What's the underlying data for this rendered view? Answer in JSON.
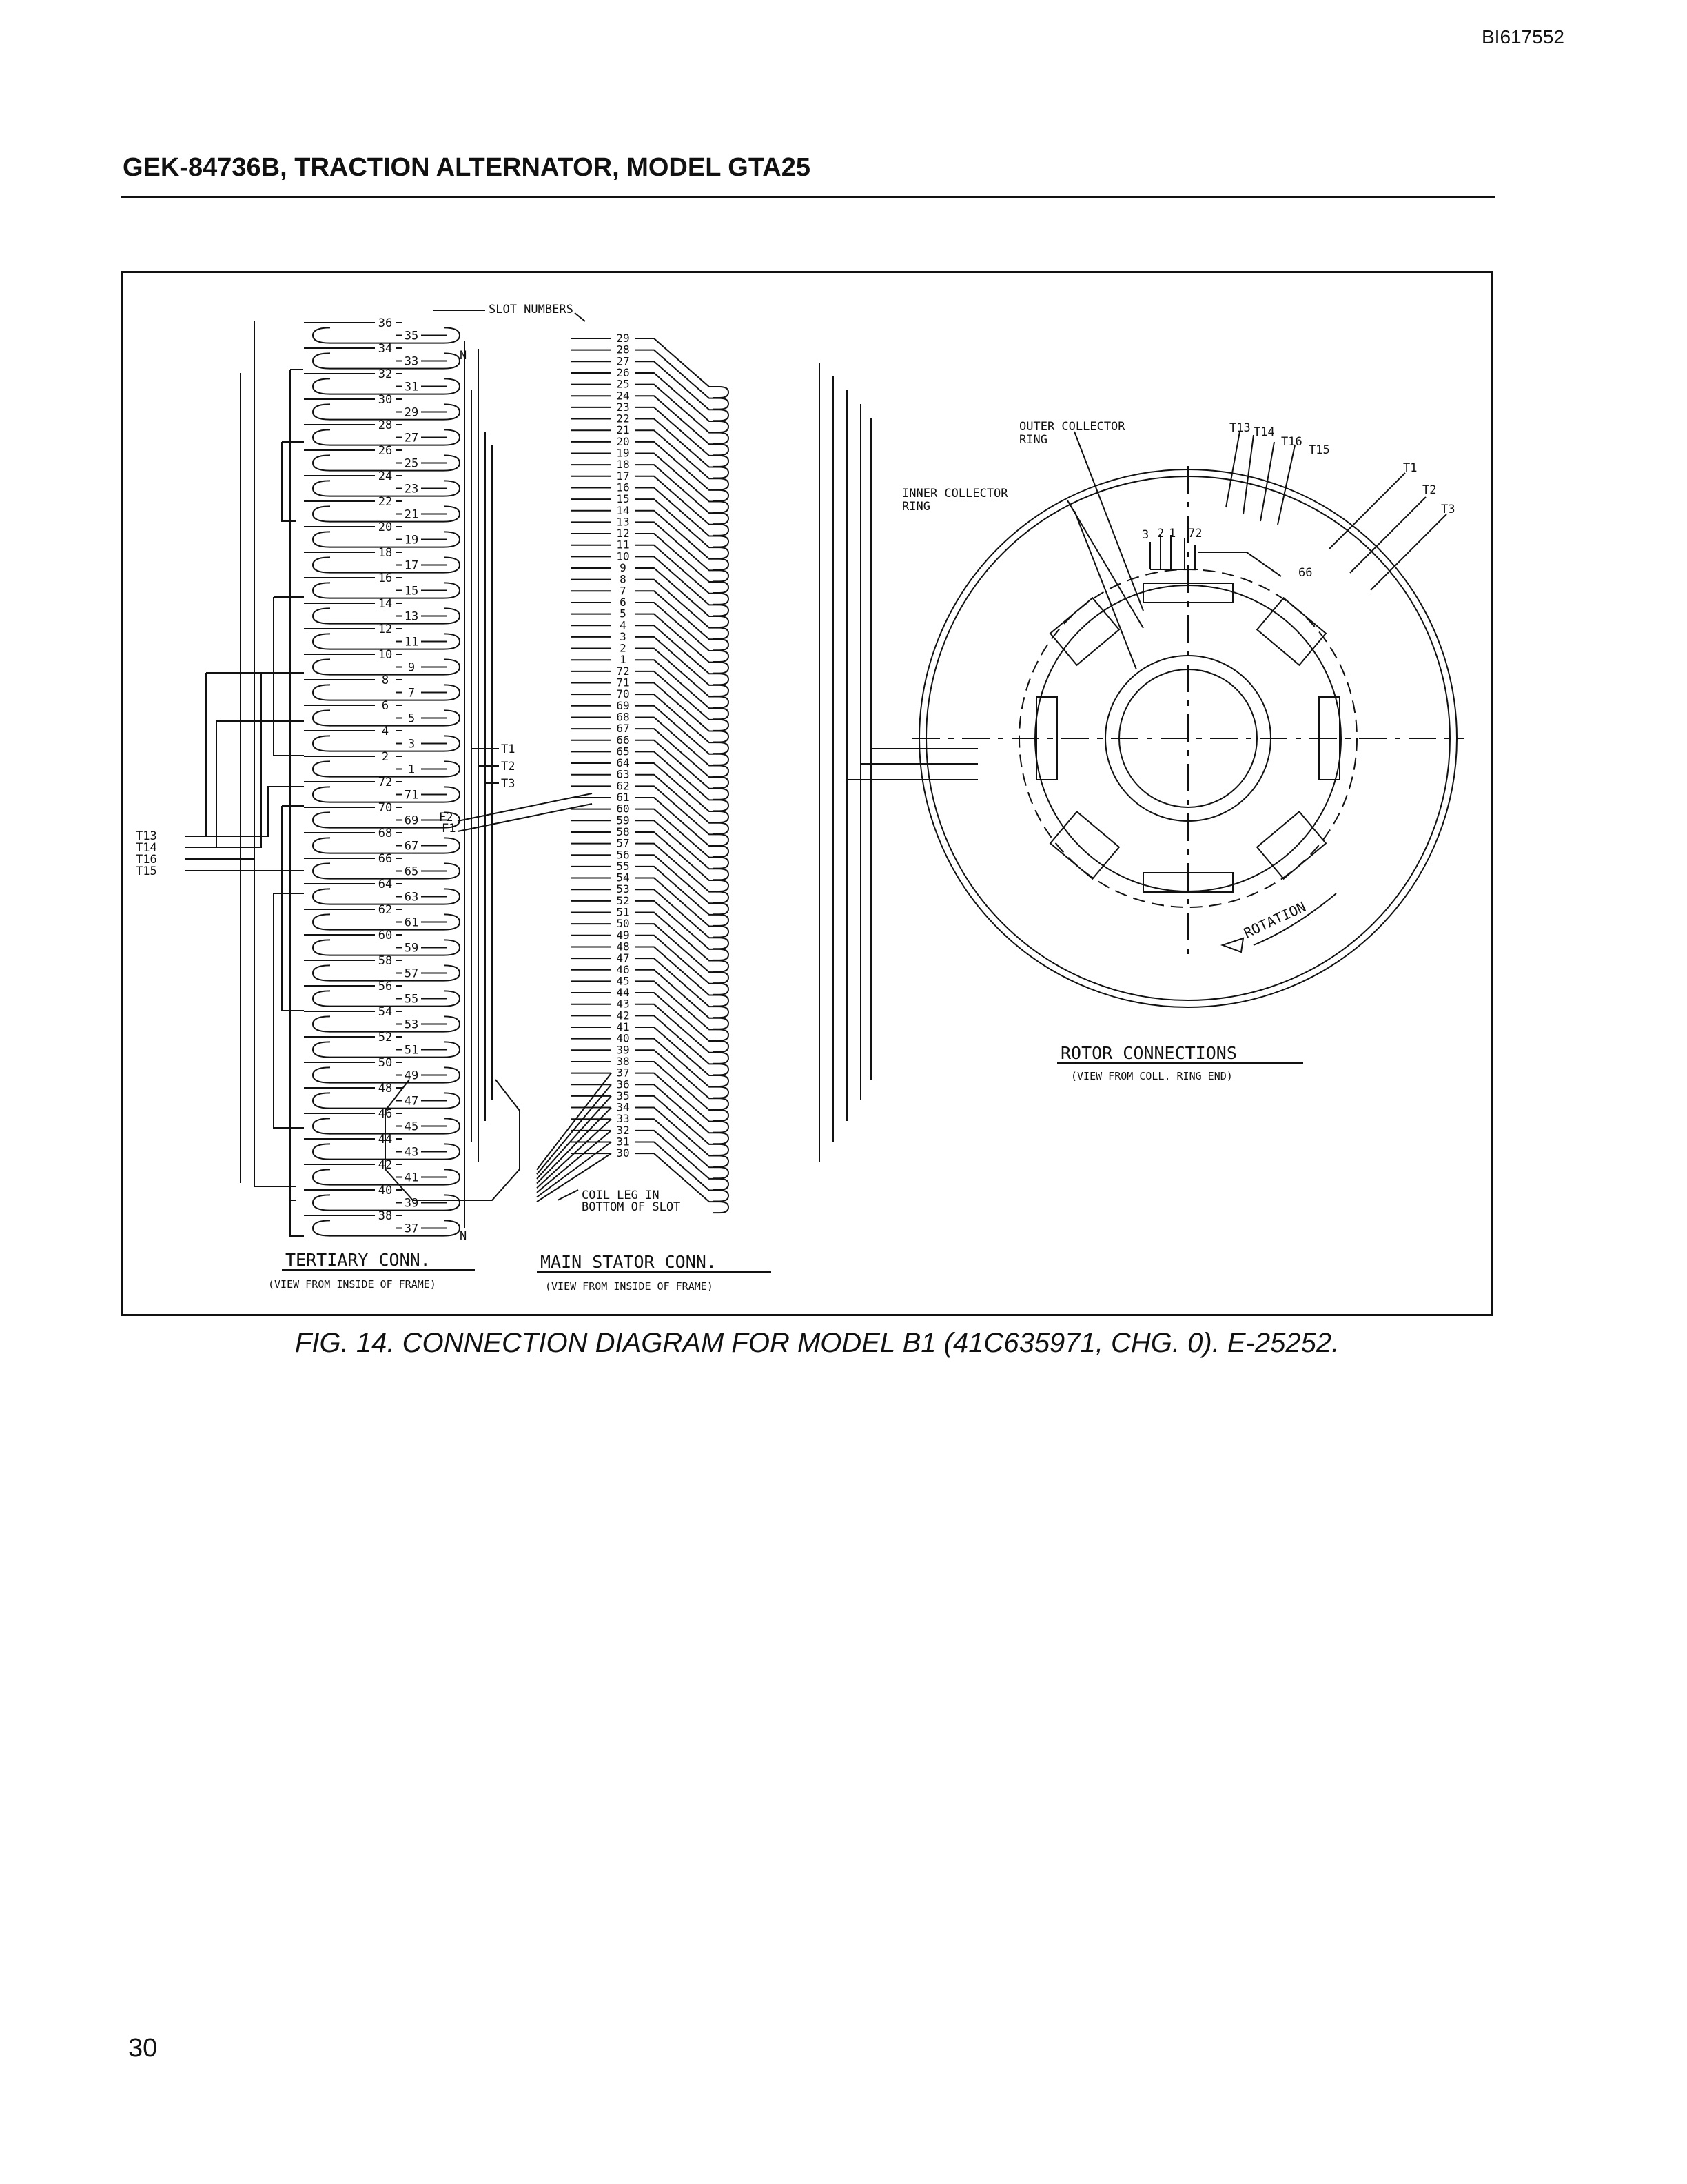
{
  "doc_id": "BI617552",
  "header_title": "GEK-84736B, TRACTION ALTERNATOR, MODEL GTA25",
  "page_number": "30",
  "caption": "FIG. 14.  CONNECTION DIAGRAM FOR MODEL B1 (41C635971, CHG. 0).  E-25252.",
  "diagram": {
    "slot_numbers_label": "SLOT NUMBERS",
    "coil_leg_label_1": "COIL LEG IN",
    "coil_leg_label_2": "BOTTOM OF SLOT",
    "tertiary_title": "TERTIARY  CONN.",
    "tertiary_subtitle": "(VIEW FROM INSIDE OF FRAME)",
    "main_title": "MAIN  STATOR  CONN.",
    "main_subtitle": "(VIEW FROM INSIDE OF FRAME)",
    "rotor_title": "ROTOR  CONNECTIONS",
    "rotor_subtitle": "(VIEW FROM COLL. RING END)",
    "outer_collector_1": "OUTER  COLLECTOR",
    "outer_collector_2": "RING",
    "inner_collector_1": "INNER  COLLECTOR",
    "inner_collector_2": "RING",
    "rotation_label": "ROTATION",
    "neutral_label": "N",
    "tertiary_leads": [
      "T13",
      "T14",
      "T16",
      "T15"
    ],
    "main_leads": [
      "T1",
      "T2",
      "T3"
    ],
    "field_leads": [
      "F2",
      "F1"
    ],
    "rotor_leads": [
      "T13",
      "T14",
      "T16",
      "T15"
    ],
    "rotor_main_leads": [
      "T1",
      "T2",
      "T3"
    ],
    "rotor_slot_labels": [
      "3",
      "2",
      "1",
      "72",
      "66"
    ],
    "tertiary_slots": [
      "36",
      "35",
      "34",
      "33",
      "32",
      "31",
      "30",
      "29",
      "28",
      "27",
      "26",
      "25",
      "24",
      "23",
      "22",
      "21",
      "20",
      "19",
      "18",
      "17",
      "16",
      "15",
      "14",
      "13",
      "12",
      "11",
      "10",
      "9",
      "8",
      "7",
      "6",
      "5",
      "4",
      "3",
      "2",
      "1",
      "72",
      "71",
      "70",
      "69",
      "68",
      "67",
      "66",
      "65",
      "64",
      "63",
      "62",
      "61",
      "60",
      "59",
      "58",
      "57",
      "56",
      "55",
      "54",
      "53",
      "52",
      "51",
      "50",
      "49",
      "48",
      "47",
      "46",
      "45",
      "44",
      "43",
      "42",
      "41",
      "40",
      "39",
      "38",
      "37"
    ],
    "main_slots": [
      "29",
      "28",
      "27",
      "26",
      "25",
      "24",
      "23",
      "22",
      "21",
      "20",
      "19",
      "18",
      "17",
      "16",
      "15",
      "14",
      "13",
      "12",
      "11",
      "10",
      "9",
      "8",
      "7",
      "6",
      "5",
      "4",
      "3",
      "2",
      "1",
      "72",
      "71",
      "70",
      "69",
      "68",
      "67",
      "66",
      "65",
      "64",
      "63",
      "62",
      "61",
      "60",
      "59",
      "58",
      "57",
      "56",
      "55",
      "54",
      "53",
      "52",
      "51",
      "50",
      "49",
      "48",
      "47",
      "46",
      "45",
      "44",
      "43",
      "42",
      "41",
      "40",
      "39",
      "38",
      "37",
      "36",
      "35",
      "34",
      "33",
      "32",
      "31",
      "30"
    ]
  }
}
